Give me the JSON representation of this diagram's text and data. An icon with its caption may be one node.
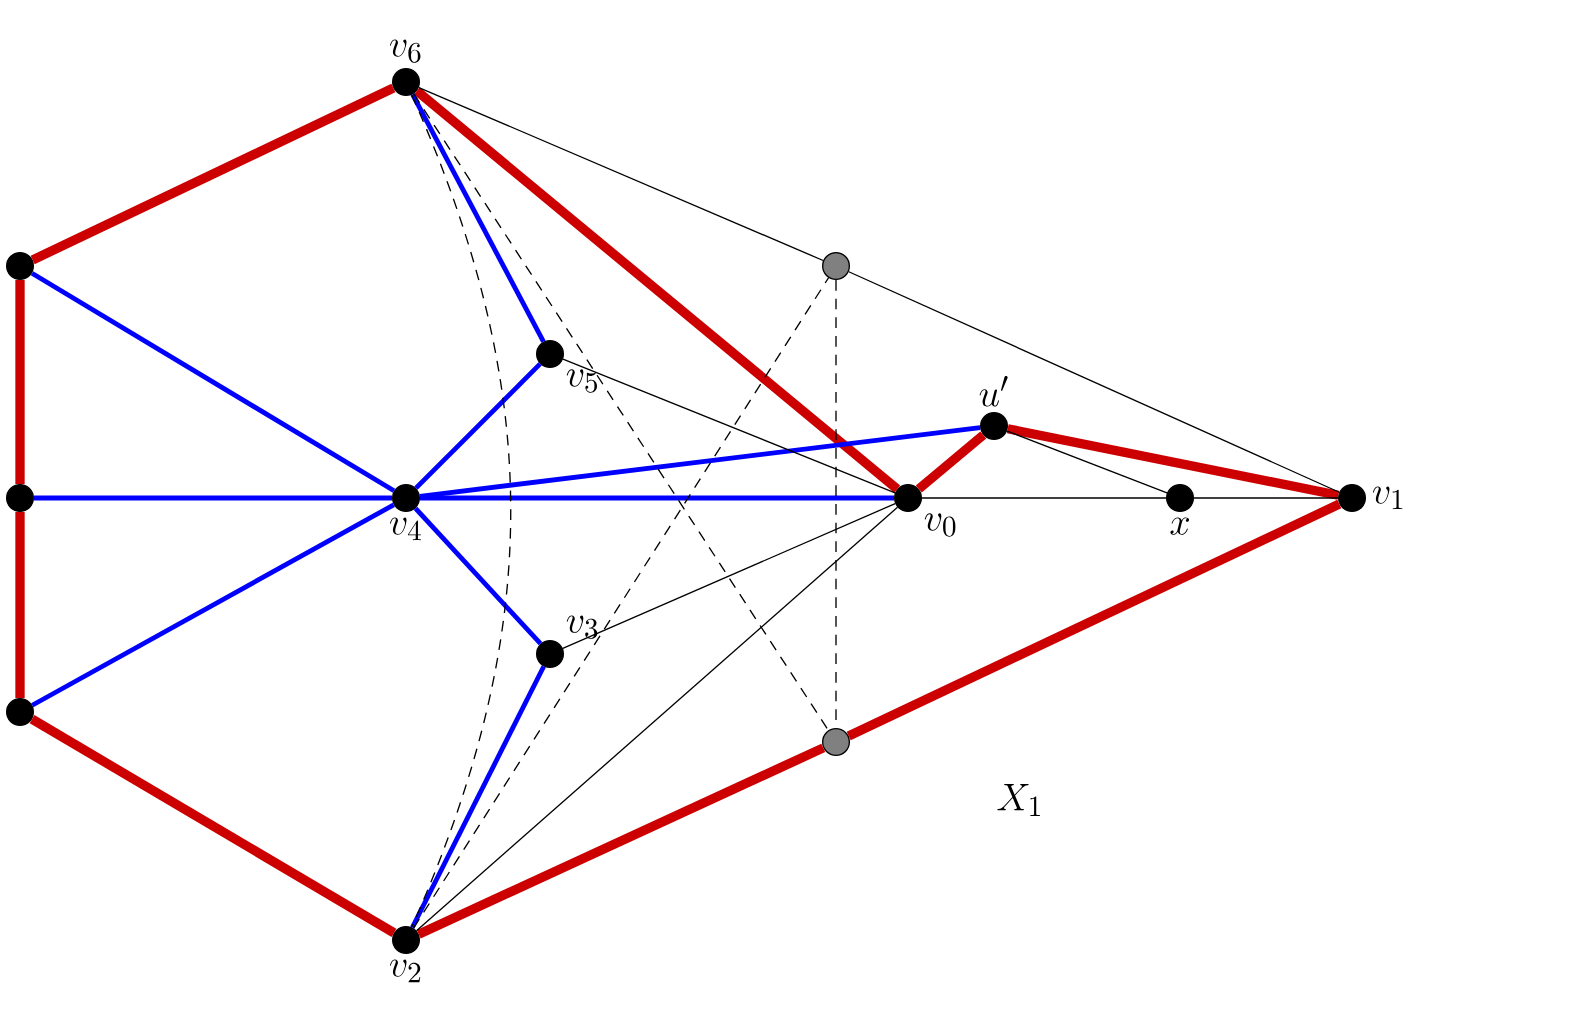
{
  "diagram": {
    "nodes": [
      {
        "text": [
          "v_6"
        ]
      },
      {
        "text": [],
        "shape": "circle"
      },
      {
        "text": [],
        "shape": "circle"
      },
      {
        "text": [],
        "shape": "circle"
      },
      {
        "text": [
          "v_2"
        ]
      },
      {
        "text": [
          "v_4"
        ]
      },
      {
        "text": [
          "v_5"
        ]
      },
      {
        "text": [
          "v_3"
        ]
      },
      {
        "text": [
          "v_0"
        ]
      },
      {
        "text": [
          "u'"
        ]
      },
      {
        "text": [
          "x"
        ]
      },
      {
        "text": [
          "v_1"
        ]
      },
      {
        "text": [],
        "shape": "circle"
      },
      {
        "text": [],
        "shape": "circle"
      }
    ],
    "edges": [
      {
        "from": 0,
        "to": 1,
        "arrow": "none",
        "style": "thick",
        "color": "#cc0000"
      },
      {
        "from": 1,
        "to": 2,
        "arrow": "none",
        "style": "thick",
        "color": "#cc0000"
      },
      {
        "from": 2,
        "to": 3,
        "arrow": "none",
        "style": "thick",
        "color": "#cc0000"
      },
      {
        "from": 3,
        "to": 4,
        "arrow": "none",
        "style": "thick",
        "color": "#cc0000"
      },
      {
        "from": 4,
        "to": 13,
        "arrow": "none",
        "style": "thick",
        "color": "#cc0000"
      },
      {
        "from": 13,
        "to": 11,
        "arrow": "none",
        "style": "thick",
        "color": "#cc0000"
      },
      {
        "from": 0,
        "to": 8,
        "arrow": "none",
        "style": "thick",
        "color": "#cc0000"
      },
      {
        "from": 8,
        "to": 9,
        "arrow": "none",
        "style": "thick",
        "color": "#cc0000"
      },
      {
        "from": 9,
        "to": 11,
        "arrow": "none",
        "style": "thick",
        "color": "#cc0000"
      },
      {
        "from": 0,
        "to": 6,
        "arrow": "none",
        "color": "#0000ff"
      },
      {
        "from": 6,
        "to": 5,
        "arrow": "none",
        "color": "#0000ff"
      },
      {
        "from": 5,
        "to": 1,
        "arrow": "none",
        "color": "#0000ff"
      },
      {
        "from": 5,
        "to": 2,
        "arrow": "none",
        "color": "#0000ff"
      },
      {
        "from": 5,
        "to": 3,
        "arrow": "none",
        "color": "#0000ff"
      },
      {
        "from": 5,
        "to": 8,
        "arrow": "none",
        "color": "#0000ff"
      },
      {
        "from": 5,
        "to": 9,
        "arrow": "none",
        "color": "#0000ff"
      },
      {
        "from": 5,
        "to": 7,
        "arrow": "none",
        "color": "#0000ff"
      },
      {
        "from": 7,
        "to": 4,
        "arrow": "none",
        "color": "#0000ff"
      },
      {
        "from": 0,
        "to": 12,
        "arrow": "none"
      },
      {
        "from": 12,
        "to": 11,
        "arrow": "none"
      },
      {
        "from": 6,
        "to": 8,
        "arrow": "none"
      },
      {
        "from": 8,
        "to": 10,
        "arrow": "none"
      },
      {
        "from": 10,
        "to": 11,
        "arrow": "none"
      },
      {
        "from": 9,
        "to": 10,
        "arrow": "none"
      },
      {
        "from": 7,
        "to": 8,
        "arrow": "none"
      },
      {
        "from": 4,
        "to": 8,
        "arrow": "none"
      },
      {
        "from": 0,
        "to": 13,
        "arrow": "none",
        "style": "dashed"
      },
      {
        "from": 4,
        "to": 12,
        "arrow": "none",
        "style": "dashed"
      },
      {
        "from": 12,
        "to": 13,
        "arrow": "none",
        "style": "dashed"
      },
      {
        "from": 0,
        "to": 4,
        "arrow": "none",
        "style": "dashed"
      }
    ],
    "labels": [
      "X_1"
    ]
  }
}
